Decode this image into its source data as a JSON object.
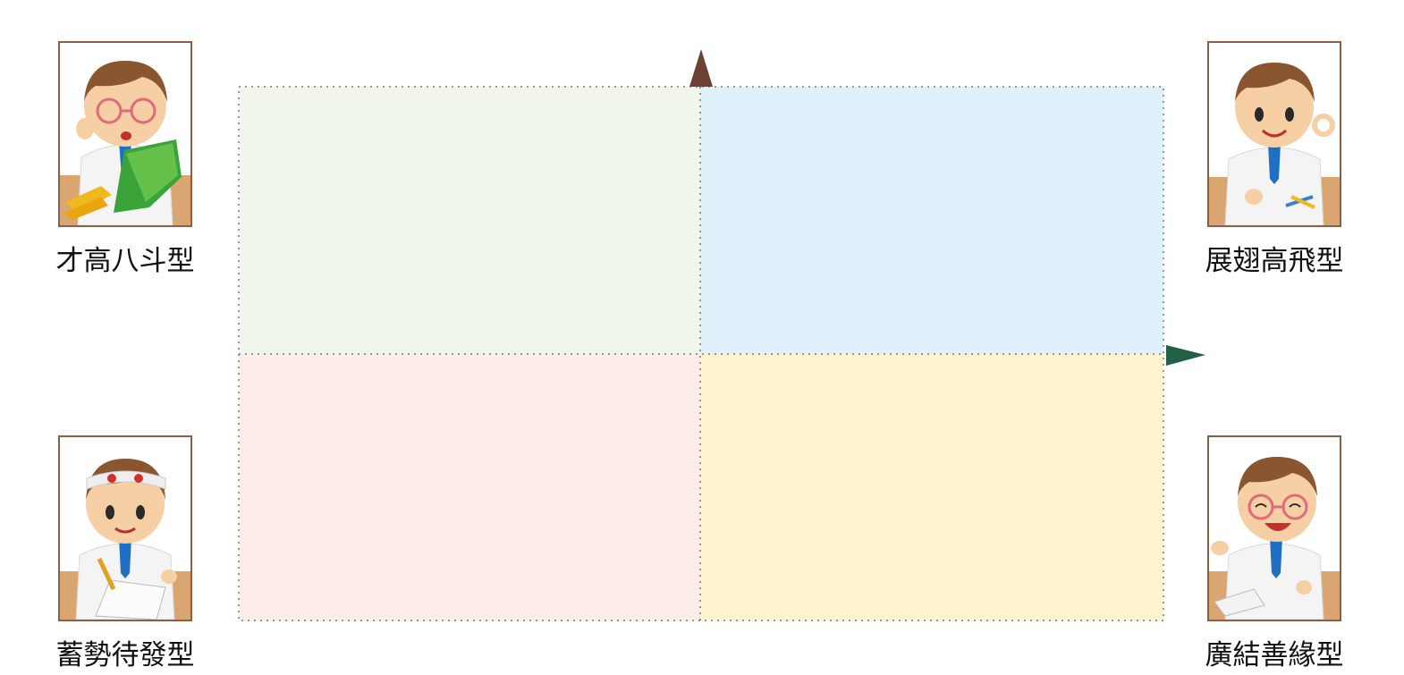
{
  "colors": {
    "quadrant_top_left": "#f1f6ec",
    "quadrant_top_right": "#def0fa",
    "quadrant_bottom_left": "#fcede9",
    "quadrant_bottom_right": "#fef2cf",
    "dotted_line": "#777777",
    "vertical_arrow": "#6b4133",
    "horizontal_arrow": "#236046",
    "frame_border": "#8a5f45",
    "desk": "#d9a570"
  },
  "quadrants": {
    "top_left": {
      "label": "才高八斗型",
      "icon": "reading-glasses-book-person-icon"
    },
    "top_right": {
      "label": "展翅高飛型",
      "icon": "ok-gesture-person-icon"
    },
    "bottom_left": {
      "label": "蓄勢待發型",
      "icon": "headband-writing-person-icon"
    },
    "bottom_right": {
      "label": "廣結善緣型",
      "icon": "laughing-glasses-person-icon"
    }
  }
}
